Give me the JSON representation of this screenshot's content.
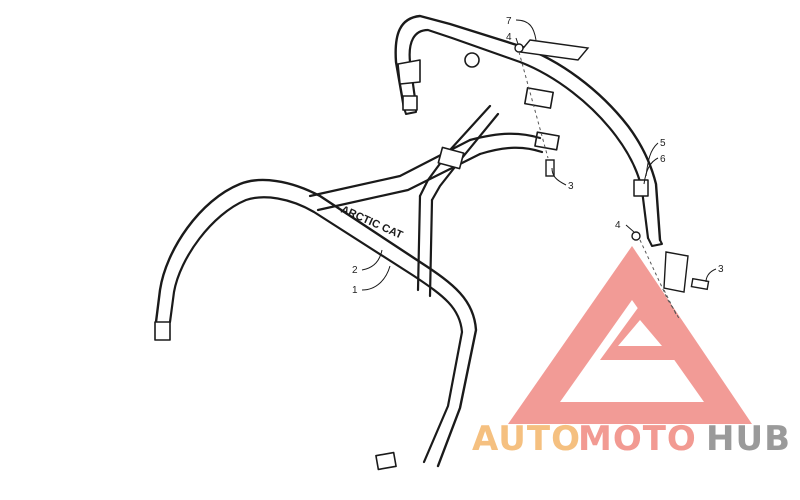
{
  "diagram": {
    "callouts": [
      {
        "id": "c7",
        "text": "7"
      },
      {
        "id": "c4a",
        "text": "4"
      },
      {
        "id": "c5",
        "text": "5"
      },
      {
        "id": "c6",
        "text": "6"
      },
      {
        "id": "c3a",
        "text": "3"
      },
      {
        "id": "c4b",
        "text": "4"
      },
      {
        "id": "c3b",
        "text": "3"
      },
      {
        "id": "c2",
        "text": "2"
      },
      {
        "id": "c1",
        "text": "1"
      }
    ],
    "brand_decal": "ARCTIC CAT"
  },
  "watermark": {
    "auto": "AUTO",
    "moto": "MOTO",
    "hub": "HUB",
    "colors": {
      "auto": "#f5c080",
      "moto": "#f29a92",
      "hub": "#9a9a9a",
      "logo": "#f08a84"
    }
  }
}
